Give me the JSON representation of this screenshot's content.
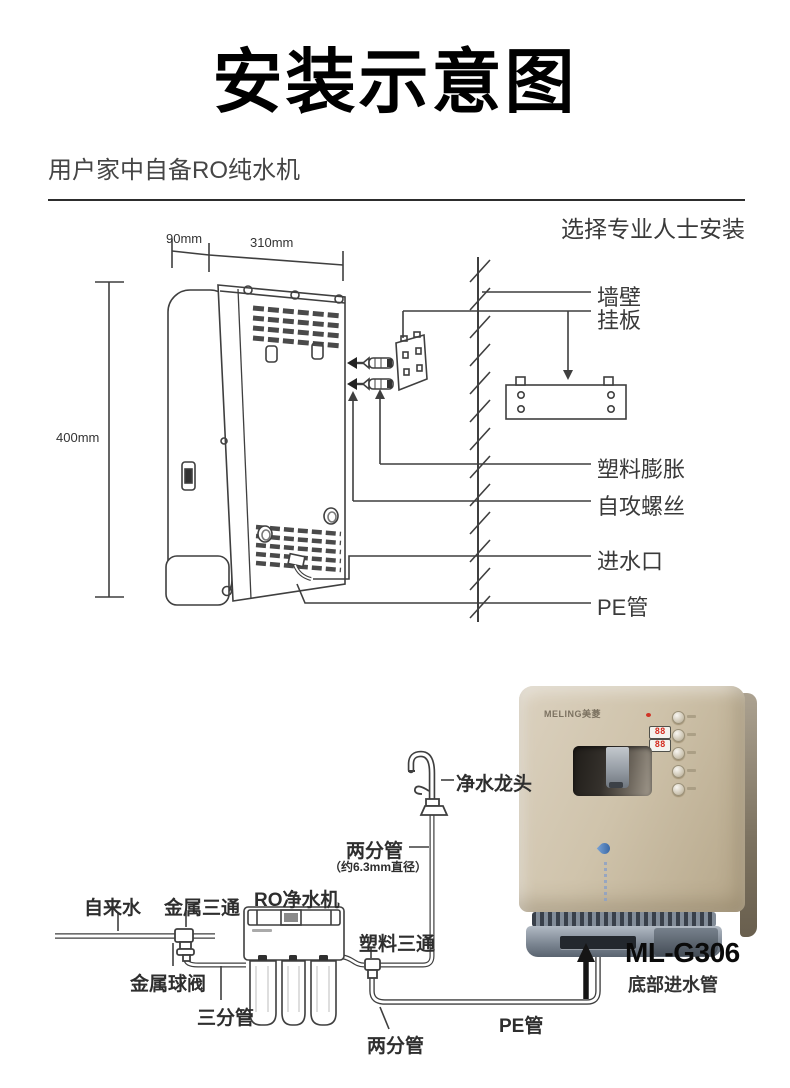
{
  "page": {
    "title": "安装示意图",
    "subtitle": "用户家中自备RO纯水机",
    "pro_note": "选择专业人士安装"
  },
  "top_diagram": {
    "dim_side": "90mm",
    "dim_width": "310mm",
    "dim_height": "400mm",
    "labels": {
      "wall": "墙壁",
      "bracket": "挂板",
      "anchor": "塑料膨胀",
      "screw": "自攻螺丝",
      "inlet": "进水口",
      "pe_pipe": "PE管"
    }
  },
  "bottom_diagram": {
    "labels": {
      "faucet": "净水龙头",
      "pipe_quarter": "两分管",
      "pipe_quarter_note": "（约6.3mm直径）",
      "tap_water": "自来水",
      "metal_tee": "金属三通",
      "ro_purifier": "RO净水机",
      "metal_ball_valve": "金属球阀",
      "pipe_three": "三分管",
      "plastic_tee": "塑料三通",
      "pipe_quarter2": "两分管",
      "pe_pipe": "PE管"
    },
    "product": {
      "brand": "MELING美菱",
      "display_top": "88",
      "display_bottom": "88",
      "model": "ML-G306",
      "caption": "底部进水管",
      "body_color": "#c9bba2",
      "display_digit_color": "#d42b1e",
      "logo_color": "#4a7ab5",
      "tray_color": "#8b95a1",
      "arrow_color": "#1a1a1a"
    }
  }
}
